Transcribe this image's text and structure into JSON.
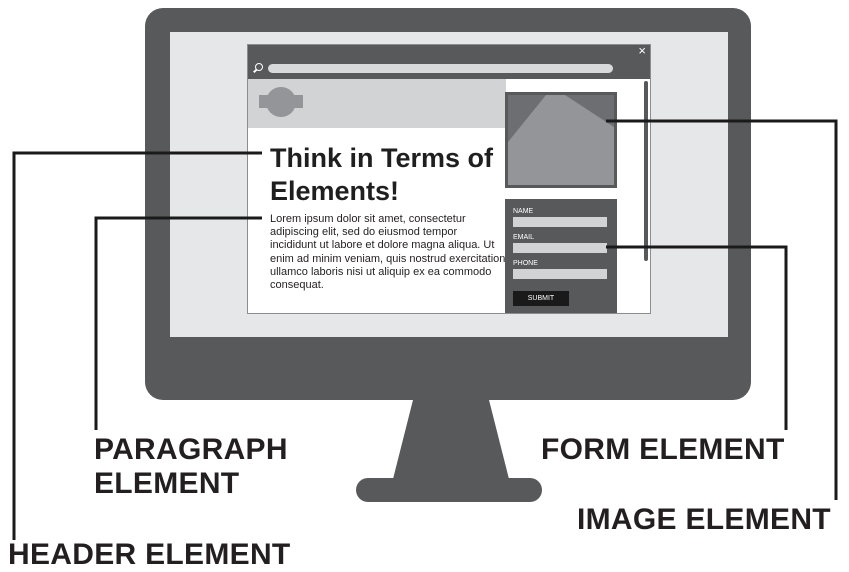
{
  "browser": {
    "close_glyph": "×",
    "headline": "Think in Terms of Elements!",
    "paragraph": "Lorem ipsum dolor sit amet, consectetur adipiscing elit, sed do eiusmod tempor incididunt ut labore et dolore magna aliqua. Ut enim ad minim veniam, quis nostrud exercitation ullamco laboris nisi ut aliquip ex ea commodo consequat.",
    "form": {
      "fields": [
        "NAME",
        "EMAIL",
        "PHONE"
      ],
      "submit_label": "SUBMIT"
    }
  },
  "callouts": {
    "paragraph_line1": "PARAGRAPH",
    "paragraph_line2": "ELEMENT",
    "form": "FORM ELEMENT",
    "image": "IMAGE ELEMENT",
    "header": "HEADER ELEMENT"
  },
  "colors": {
    "monitor": "#58595b",
    "screen": "#e6e7e8",
    "leader_lines": "#1a1a1a"
  },
  "icons": [
    "search-icon",
    "close-icon",
    "logo-icon",
    "image-placeholder-icon"
  ]
}
